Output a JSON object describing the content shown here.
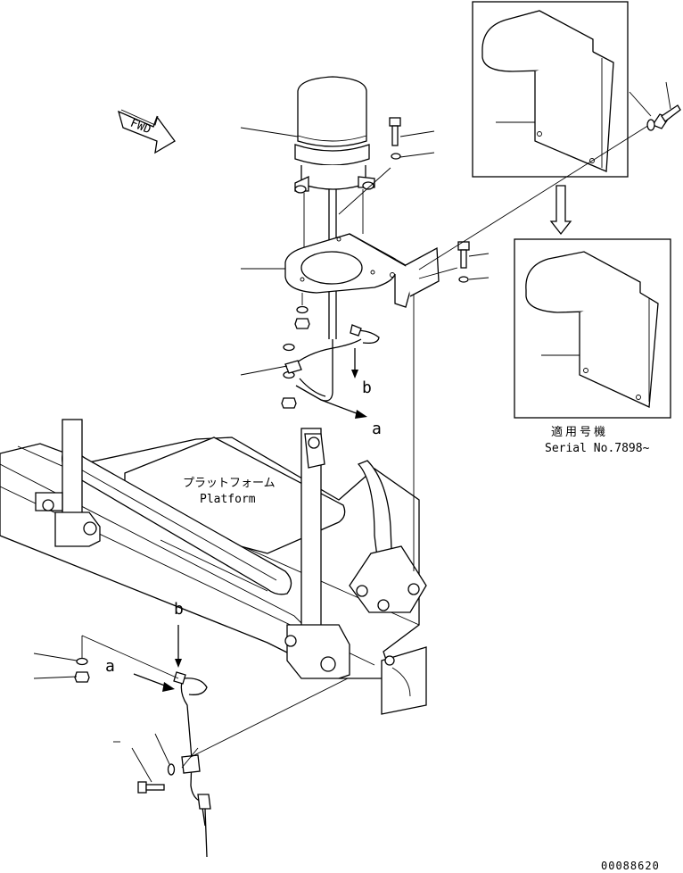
{
  "labels": {
    "fwd": "FWD",
    "platform_jp": "プラットフォーム",
    "platform_en": "Platform",
    "serial_jp": "適用号機",
    "serial_en": "Serial No.7898~",
    "letter_a_1": "a",
    "letter_b_1": "b",
    "letter_a_2": "a",
    "letter_b_2": "b",
    "drawing_no": "00088620"
  }
}
